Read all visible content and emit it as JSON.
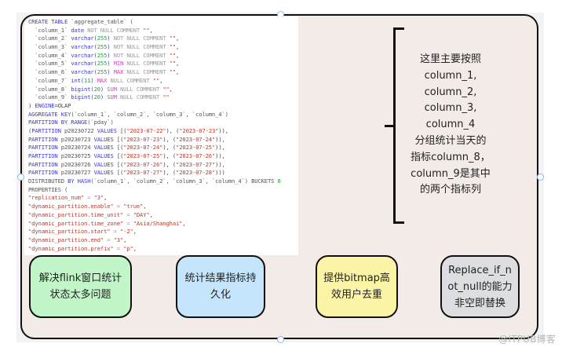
{
  "code_panel": {
    "lines": [
      [
        [
          "kw",
          "CREATE TABLE "
        ],
        [
          "id",
          "`aggregate_table` ("
        ]
      ],
      [
        [
          "id",
          "  `column_1` "
        ],
        [
          "ty",
          "date "
        ],
        [
          "mu",
          "NOT NULL COMMENT "
        ],
        [
          "str",
          "\"\""
        ],
        [
          "plain",
          ","
        ]
      ],
      [
        [
          "id",
          "  `column_2` "
        ],
        [
          "ty",
          "varchar("
        ],
        [
          "num",
          "255"
        ],
        [
          "ty",
          ") "
        ],
        [
          "mu",
          "NOT NULL COMMENT "
        ],
        [
          "str",
          "\"\""
        ],
        [
          "plain",
          ","
        ]
      ],
      [
        [
          "id",
          "  `column_3` "
        ],
        [
          "ty",
          "varchar("
        ],
        [
          "num",
          "255"
        ],
        [
          "ty",
          ") "
        ],
        [
          "mu",
          "NOT NULL COMMENT "
        ],
        [
          "str",
          "\"\""
        ],
        [
          "plain",
          ","
        ]
      ],
      [
        [
          "id",
          "  `column_4` "
        ],
        [
          "ty",
          "varchar("
        ],
        [
          "num",
          "255"
        ],
        [
          "ty",
          ") "
        ],
        [
          "mu",
          "NOT NULL COMMENT "
        ],
        [
          "str",
          "\"\""
        ],
        [
          "plain",
          ","
        ]
      ],
      [
        [
          "id",
          "  `column_5` "
        ],
        [
          "ty",
          "varchar("
        ],
        [
          "num",
          "255"
        ],
        [
          "ty",
          ") "
        ],
        [
          "agg",
          "MIN "
        ],
        [
          "mu",
          "NULL COMMENT "
        ],
        [
          "str",
          "\"\""
        ],
        [
          "plain",
          ","
        ]
      ],
      [
        [
          "id",
          "  `column_6` "
        ],
        [
          "ty",
          "varchar("
        ],
        [
          "num",
          "255"
        ],
        [
          "ty",
          ") "
        ],
        [
          "agg",
          "MAX "
        ],
        [
          "mu",
          "NULL COMMENT "
        ],
        [
          "str",
          "\"\""
        ],
        [
          "plain",
          ","
        ]
      ],
      [
        [
          "id",
          "  `column_7` "
        ],
        [
          "ty",
          "int("
        ],
        [
          "num",
          "11"
        ],
        [
          "ty",
          ") "
        ],
        [
          "agg",
          "MAX "
        ],
        [
          "mu",
          "NULL COMMENT "
        ],
        [
          "str",
          "\"\""
        ],
        [
          "plain",
          ","
        ]
      ],
      [
        [
          "id",
          "  `column_8` "
        ],
        [
          "ty",
          "bigint("
        ],
        [
          "num",
          "20"
        ],
        [
          "ty",
          ") "
        ],
        [
          "agg",
          "SUM "
        ],
        [
          "mu",
          "NULL COMMENT "
        ],
        [
          "str",
          "\"\""
        ],
        [
          "plain",
          ","
        ]
      ],
      [
        [
          "id",
          "  `column_9` "
        ],
        [
          "ty",
          "bigint("
        ],
        [
          "num",
          "20"
        ],
        [
          "ty",
          ") "
        ],
        [
          "agg",
          "SUM "
        ],
        [
          "mu",
          "NULL COMMENT "
        ],
        [
          "str",
          "\"\""
        ]
      ],
      [
        [
          "plain",
          ") "
        ],
        [
          "kw",
          "ENGINE"
        ],
        [
          "plain",
          "=OLAP"
        ]
      ],
      [
        [
          "kw",
          "AGGREGATE KEY"
        ],
        [
          "id",
          "(`column_1`, `column_2`, `column_3`, `column_4`)"
        ]
      ],
      [
        [
          "kw",
          "PARTITION BY RANGE"
        ],
        [
          "id",
          "(`pday`)"
        ]
      ],
      [
        [
          "plain",
          "("
        ],
        [
          "kw",
          "PARTITION "
        ],
        [
          "id",
          "p20230722 "
        ],
        [
          "kw",
          "VALUES "
        ],
        [
          "plain",
          "[("
        ],
        [
          "str",
          "\"2023-07-22\""
        ],
        [
          "plain",
          "), ("
        ],
        [
          "str",
          "\"2023-07-23\""
        ],
        [
          "plain",
          ")),"
        ]
      ],
      [
        [
          "kw",
          "PARTITION "
        ],
        [
          "id",
          "p20230723 "
        ],
        [
          "kw",
          "VALUES "
        ],
        [
          "plain",
          "[("
        ],
        [
          "str",
          "\"2023-07-23\""
        ],
        [
          "plain",
          "), ("
        ],
        [
          "str",
          "\"2023-07-24\""
        ],
        [
          "plain",
          ")),"
        ]
      ],
      [
        [
          "kw",
          "PARTITION "
        ],
        [
          "id",
          "p20230724 "
        ],
        [
          "kw",
          "VALUES "
        ],
        [
          "plain",
          "[("
        ],
        [
          "str",
          "\"2023-07-24\""
        ],
        [
          "plain",
          "), ("
        ],
        [
          "str",
          "\"2023-07-25\""
        ],
        [
          "plain",
          ")),"
        ]
      ],
      [
        [
          "kw",
          "PARTITION "
        ],
        [
          "id",
          "p20230725 "
        ],
        [
          "kw",
          "VALUES "
        ],
        [
          "plain",
          "[("
        ],
        [
          "str",
          "\"2023-07-25\""
        ],
        [
          "plain",
          "), ("
        ],
        [
          "str",
          "\"2023-07-26\""
        ],
        [
          "plain",
          ")),"
        ]
      ],
      [
        [
          "kw",
          "PARTITION "
        ],
        [
          "id",
          "p20230726 "
        ],
        [
          "kw",
          "VALUES "
        ],
        [
          "plain",
          "[("
        ],
        [
          "str",
          "\"2023-07-26\""
        ],
        [
          "plain",
          "), ("
        ],
        [
          "str",
          "\"2023-07-27\""
        ],
        [
          "plain",
          ")),"
        ]
      ],
      [
        [
          "kw",
          "PARTITION "
        ],
        [
          "id",
          "p20230727 "
        ],
        [
          "kw",
          "VALUES "
        ],
        [
          "plain",
          "[("
        ],
        [
          "str",
          "\"2023-07-27\""
        ],
        [
          "plain",
          "), ("
        ],
        [
          "str",
          "\"2023-07-28\""
        ],
        [
          "plain",
          ")))"
        ]
      ],
      [
        [
          "id",
          "DISTRIBUTED "
        ],
        [
          "kw",
          "BY HASH"
        ],
        [
          "id",
          "(`column_1`, `column_2`, `column_3`, `column_4`) BUCKETS "
        ],
        [
          "num",
          "8"
        ]
      ],
      [
        [
          "id",
          "PROPERTIES ("
        ]
      ],
      [
        [
          "str",
          "\"replication_num\""
        ],
        [
          "mu",
          " = "
        ],
        [
          "str",
          "\"3\""
        ],
        [
          "plain",
          ","
        ]
      ],
      [
        [
          "str",
          "\"dynamic_partition.enable\""
        ],
        [
          "mu",
          " = "
        ],
        [
          "str",
          "\"true\""
        ],
        [
          "plain",
          ","
        ]
      ],
      [
        [
          "str",
          "\"dynamic_partition.time_unit\""
        ],
        [
          "mu",
          " = "
        ],
        [
          "str",
          "\"DAY\""
        ],
        [
          "plain",
          ","
        ]
      ],
      [
        [
          "str",
          "\"dynamic_partition.time_zone\""
        ],
        [
          "mu",
          " = "
        ],
        [
          "str",
          "\"Asia/Shanghai\""
        ],
        [
          "plain",
          ","
        ]
      ],
      [
        [
          "str",
          "\"dynamic_partition.start\""
        ],
        [
          "mu",
          " = "
        ],
        [
          "str",
          "\"-2\""
        ],
        [
          "plain",
          ","
        ]
      ],
      [
        [
          "str",
          "\"dynamic_partition.end\""
        ],
        [
          "mu",
          " = "
        ],
        [
          "str",
          "\"3\""
        ],
        [
          "plain",
          ","
        ]
      ],
      [
        [
          "str",
          "\"dynamic_partition.prefix\""
        ],
        [
          "mu",
          " = "
        ],
        [
          "str",
          "\"p\""
        ],
        [
          "plain",
          ","
        ]
      ]
    ]
  },
  "annotation": {
    "lines": [
      "这里主要按照",
      "column_1,",
      "column_2,",
      "column_3,",
      "column_4",
      "分组统计当天的",
      "指标column_8，",
      "column_9是其中",
      "的两个指标列"
    ]
  },
  "cards": [
    {
      "id": "green",
      "lines": [
        "解决flink窗口统计",
        "状态太多问题"
      ],
      "color": "#c2f5c8"
    },
    {
      "id": "blue",
      "lines": [
        "统计结果指标持",
        "久化"
      ],
      "color": "#c4e5fb"
    },
    {
      "id": "yellow",
      "lines": [
        "提供bitmap高",
        "效用户去重"
      ],
      "color": "#fbf4a6"
    },
    {
      "id": "gray",
      "lines": [
        "Replace_if_n",
        "ot_null的能力",
        "非空即替换"
      ],
      "color": "#dcdee2"
    }
  ],
  "watermark": "@ITPUB博客"
}
